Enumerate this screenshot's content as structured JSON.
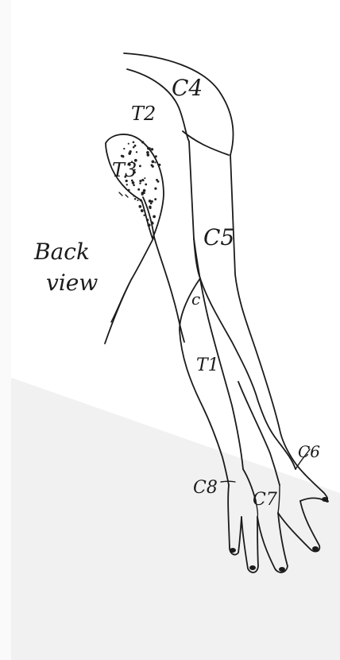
{
  "diagram": {
    "side_caption": [
      "Back",
      "view"
    ],
    "regions": {
      "c4": "C4",
      "t2": "T2",
      "t3": "T3",
      "c5": "C5",
      "c_partial": "c",
      "t1": "T1",
      "c6": "C6",
      "c7": "C7",
      "c8": "C8"
    },
    "colors": {
      "ink": "#1b1b1b",
      "paper": "#ffffff",
      "fold_shadow": "#eeeeee"
    }
  }
}
